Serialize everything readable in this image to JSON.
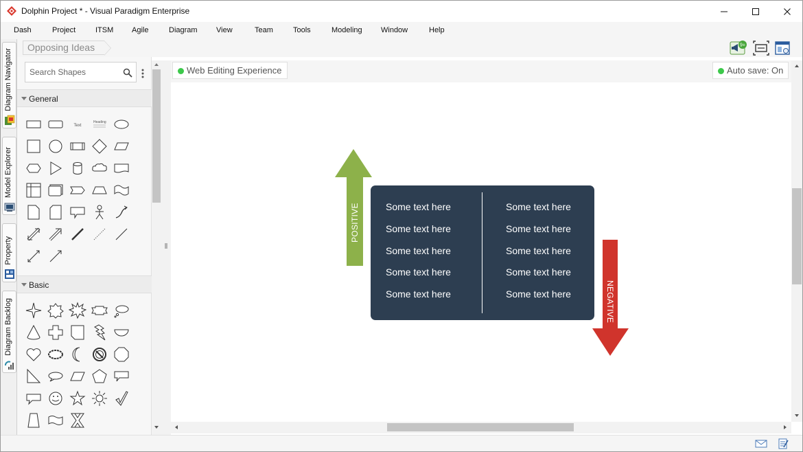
{
  "window": {
    "title": "Dolphin Project * - Visual Paradigm Enterprise"
  },
  "menu": [
    "Dash",
    "Project",
    "ITSM",
    "Agile",
    "Diagram",
    "View",
    "Team",
    "Tools",
    "Modeling",
    "Window",
    "Help"
  ],
  "breadcrumb": "Opposing Ideas",
  "toolbar": {
    "notification_badge": "9+"
  },
  "left_tabs": [
    "Diagram Navigator",
    "Model Explorer",
    "Property",
    "Diagram Backlog"
  ],
  "shape_panel": {
    "search_placeholder": "Search Shapes",
    "groups": [
      "General",
      "Basic"
    ],
    "general_text_sample": "Text",
    "general_heading_sample": "Heading"
  },
  "canvas": {
    "web_editing_label": "Web Editing Experience",
    "autosave_label": "Auto save: On",
    "positive_label": "POSITIVE",
    "negative_label": "NEGATIVE",
    "left_column": [
      "Some text here",
      "Some text here",
      "Some text here",
      "Some text here",
      "Some text here"
    ],
    "right_column": [
      "Some text here",
      "Some text here",
      "Some text here",
      "Some text here",
      "Some text here"
    ],
    "colors": {
      "box": "#2d3e51",
      "positive_arrow": "#8db14a",
      "negative_arrow": "#d0342c",
      "status_dot": "#3cc84a"
    }
  }
}
